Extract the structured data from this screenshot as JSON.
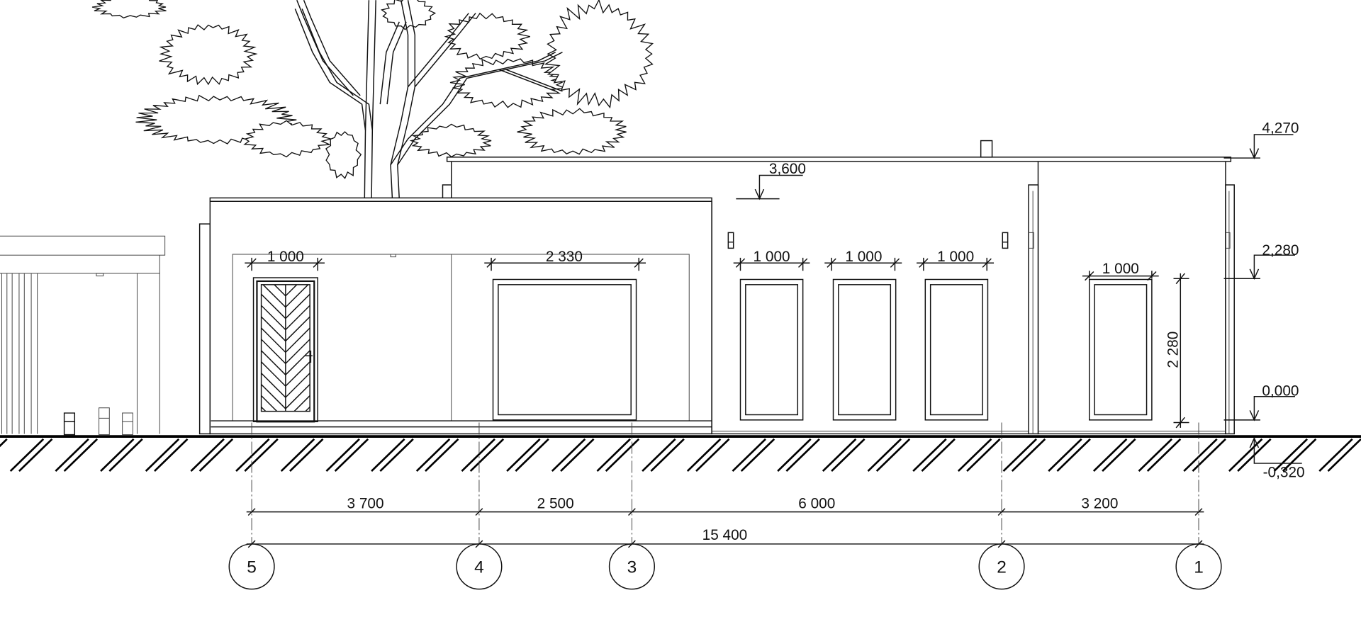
{
  "drawing": {
    "elevation_marks": {
      "roof_top": "4,270",
      "lower_roof": "3,600",
      "window_head": "2,280",
      "floor": "0,000",
      "ground": "-0,320"
    },
    "opening_widths": {
      "door": "1 000",
      "large_window": "2 330",
      "window_a": "1 000",
      "window_b": "1 000",
      "window_c": "1 000",
      "window_d": "1 000"
    },
    "opening_height": "2 280",
    "axis_spans": [
      "3 700",
      "2 500",
      "6 000",
      "3 200"
    ],
    "overall_span": "15 400",
    "axes": [
      "5",
      "4",
      "3",
      "2",
      "1"
    ]
  }
}
